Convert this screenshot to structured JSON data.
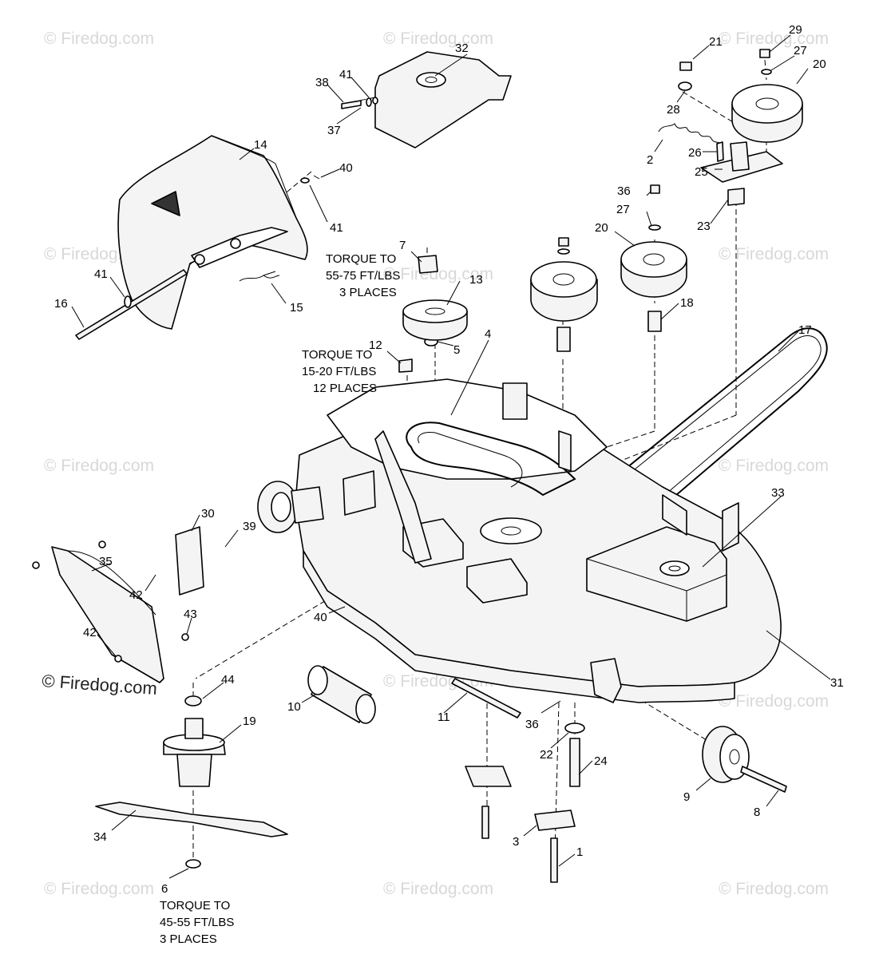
{
  "watermark": {
    "text": "© Firedog.com",
    "primary_text": "© Firedog.com"
  },
  "notes": {
    "torque_pulley": [
      "TORQUE TO",
      "55-75 FT/LBS",
      "3 PLACES"
    ],
    "torque_bolts": [
      "TORQUE TO",
      "15-20 FT/LBS",
      "12 PLACES"
    ],
    "torque_blade": [
      "TORQUE TO",
      "45-55 FT/LBS",
      "3 PLACES"
    ]
  },
  "callouts": {
    "c1": "1",
    "c2": "2",
    "c3": "3",
    "c4": "4",
    "c5": "5",
    "c6": "6",
    "c7": "7",
    "c8": "8",
    "c9": "9",
    "c10": "10",
    "c11": "11",
    "c12": "12",
    "c13": "13",
    "c14": "14",
    "c15": "15",
    "c16": "16",
    "c17": "17",
    "c18": "18",
    "c19": "19",
    "c20a": "20",
    "c20b": "20",
    "c21": "21",
    "c22": "22",
    "c23": "23",
    "c24": "24",
    "c25": "25",
    "c26": "26",
    "c27a": "27",
    "c27b": "27",
    "c28": "28",
    "c29": "29",
    "c30": "30",
    "c31": "31",
    "c32": "32",
    "c33": "33",
    "c34": "34",
    "c35": "35",
    "c36a": "36",
    "c36b": "36",
    "c37": "37",
    "c38": "38",
    "c39": "39",
    "c40a": "40",
    "c40b": "40",
    "c41a": "41",
    "c41b": "41",
    "c41c": "41",
    "c42a": "42",
    "c42b": "42",
    "c43": "43",
    "c44": "44"
  }
}
